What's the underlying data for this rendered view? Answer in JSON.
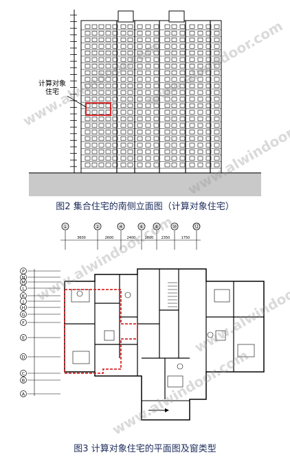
{
  "figure2": {
    "caption": "图2 集合住宅的南侧立面图（计算对象住宅）",
    "callout": [
      "计算对象",
      "住宅"
    ]
  },
  "figure3": {
    "caption": "图3 计算对象住宅的平面图及窗类型",
    "column_axes": [
      "①",
      "②",
      "④",
      "⑥",
      "⑧",
      "⑩",
      "⑫"
    ],
    "column_dims": [
      "3600",
      "2600",
      "2400",
      "2600",
      "2350",
      "1750"
    ],
    "row_axes": [
      "P",
      "N",
      "M",
      "L",
      "K",
      "J",
      "H",
      "G",
      "F",
      "E",
      "D",
      "C",
      "B",
      "A"
    ]
  },
  "watermark": "www.alwindoor.com"
}
